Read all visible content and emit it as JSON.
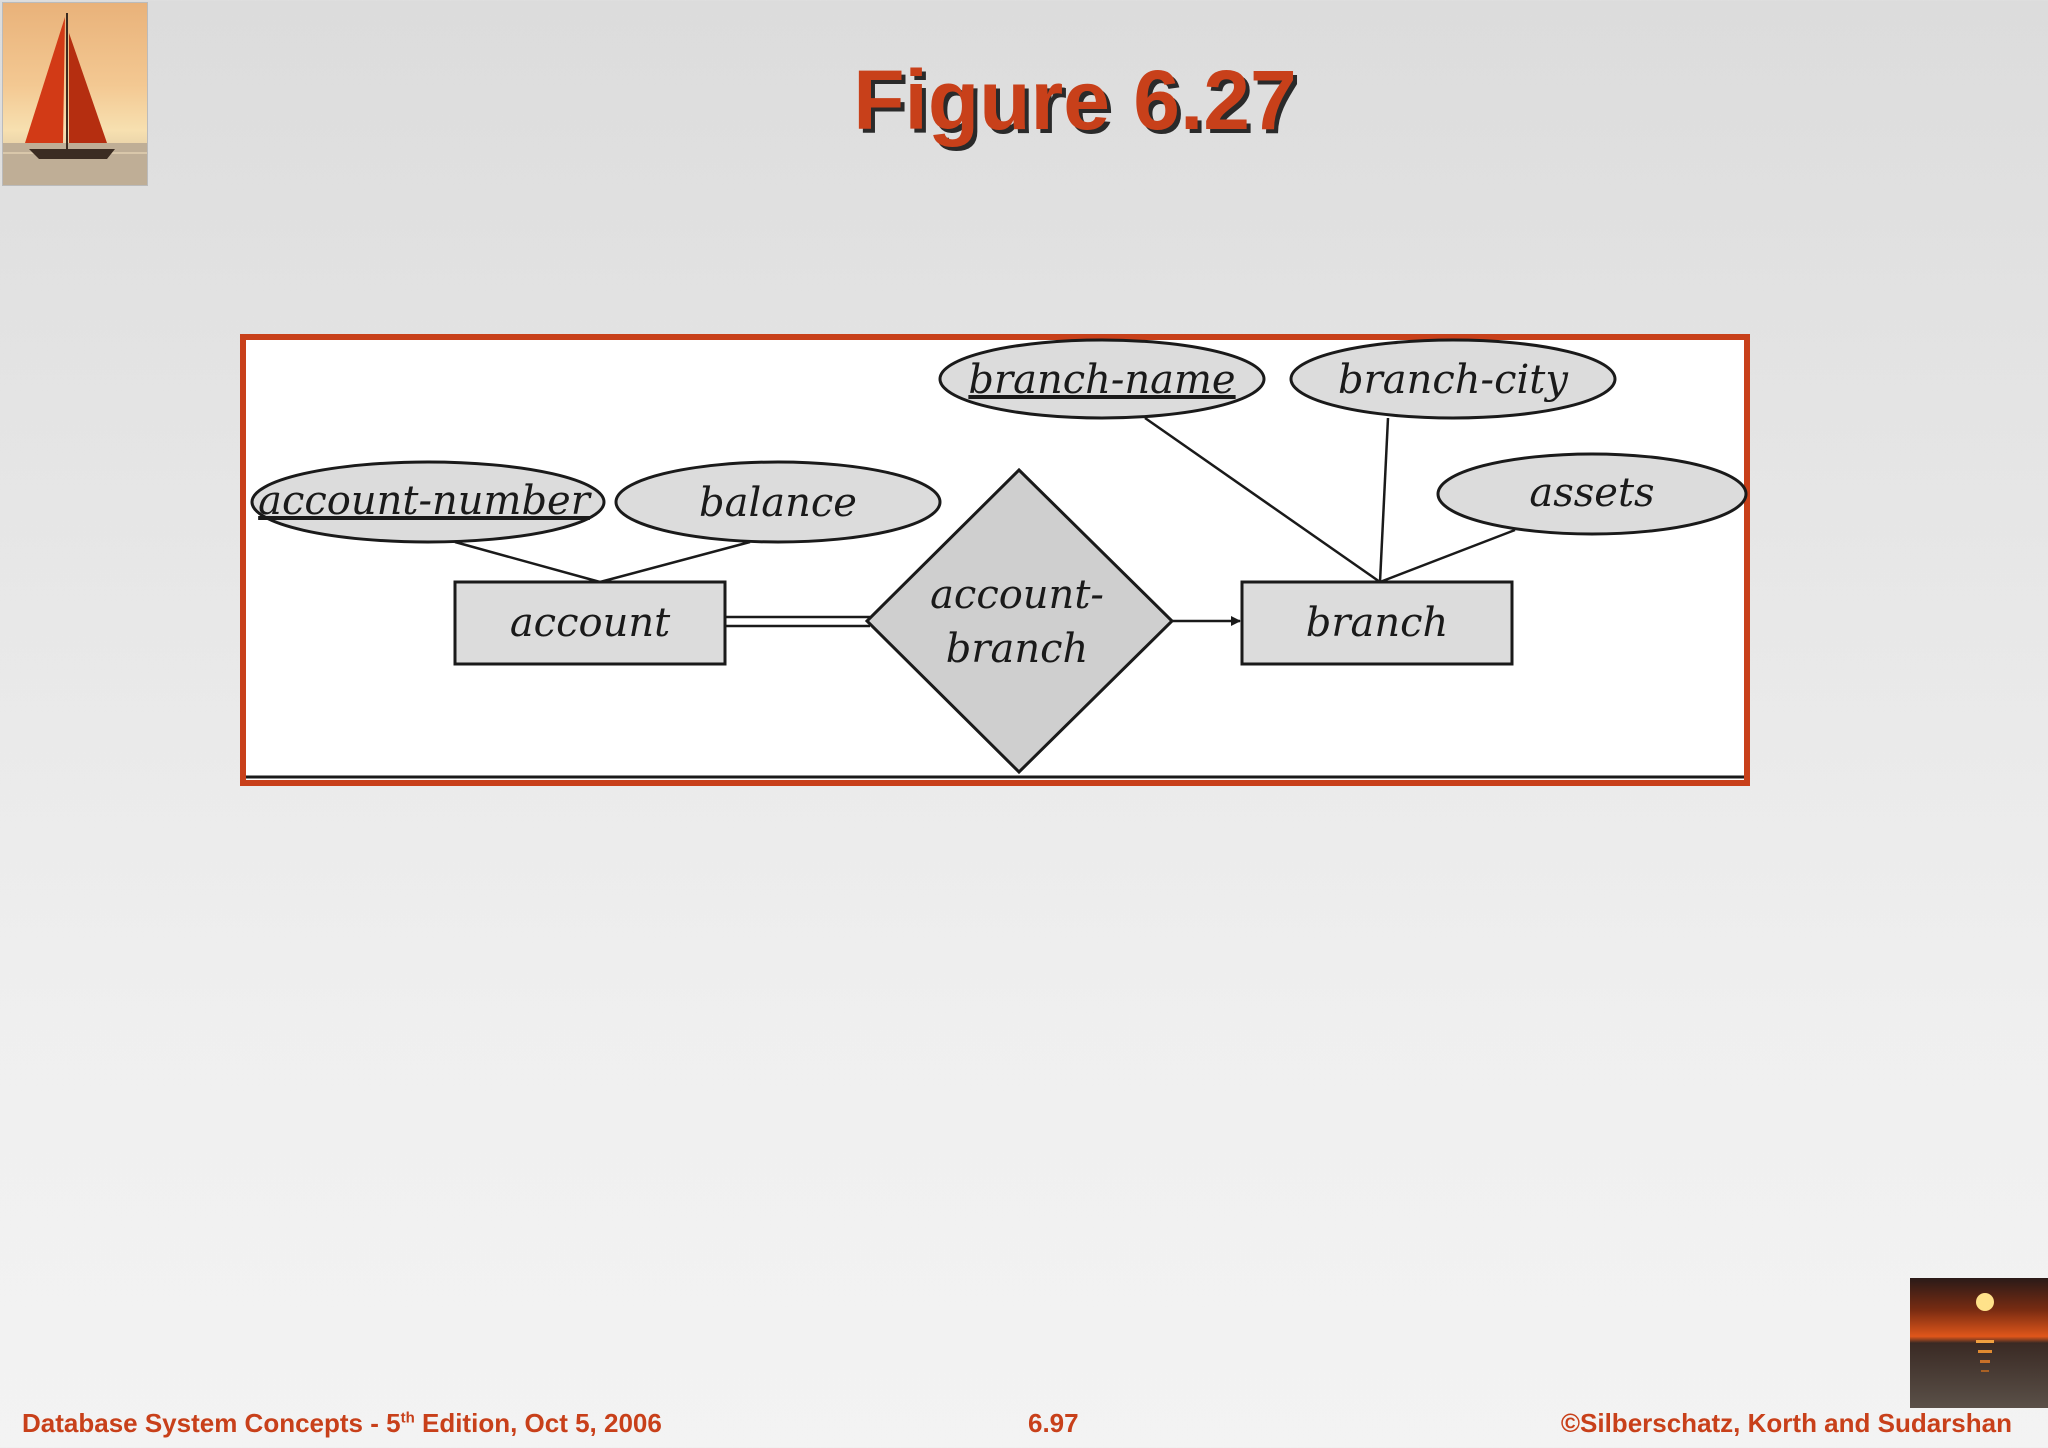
{
  "slide": {
    "title": "Figure 6.27"
  },
  "diagram": {
    "entities": [
      {
        "id": "account",
        "label": "account"
      },
      {
        "id": "branch",
        "label": "branch"
      }
    ],
    "relationship": {
      "label_line1": "account-",
      "label_line2": "branch"
    },
    "attributes": [
      {
        "label": "account-number",
        "primary_key": true,
        "entity": "account"
      },
      {
        "label": "balance",
        "primary_key": false,
        "entity": "account"
      },
      {
        "label": "branch-name",
        "primary_key": true,
        "entity": "branch"
      },
      {
        "label": "branch-city",
        "primary_key": false,
        "entity": "branch"
      },
      {
        "label": "assets",
        "primary_key": false,
        "entity": "branch"
      }
    ]
  },
  "footer": {
    "left_prefix": "Database System Concepts - 5",
    "left_sup": "th",
    "left_suffix": " Edition, Oct 5, 2006",
    "center": "6.97",
    "right": "©Silberschatz, Korth and Sudarshan"
  },
  "colors": {
    "accent": "#c8401a",
    "frame": "#c8401a",
    "shape_fill": "#dcdcdc",
    "diamond_fill": "#cfcfcf"
  }
}
